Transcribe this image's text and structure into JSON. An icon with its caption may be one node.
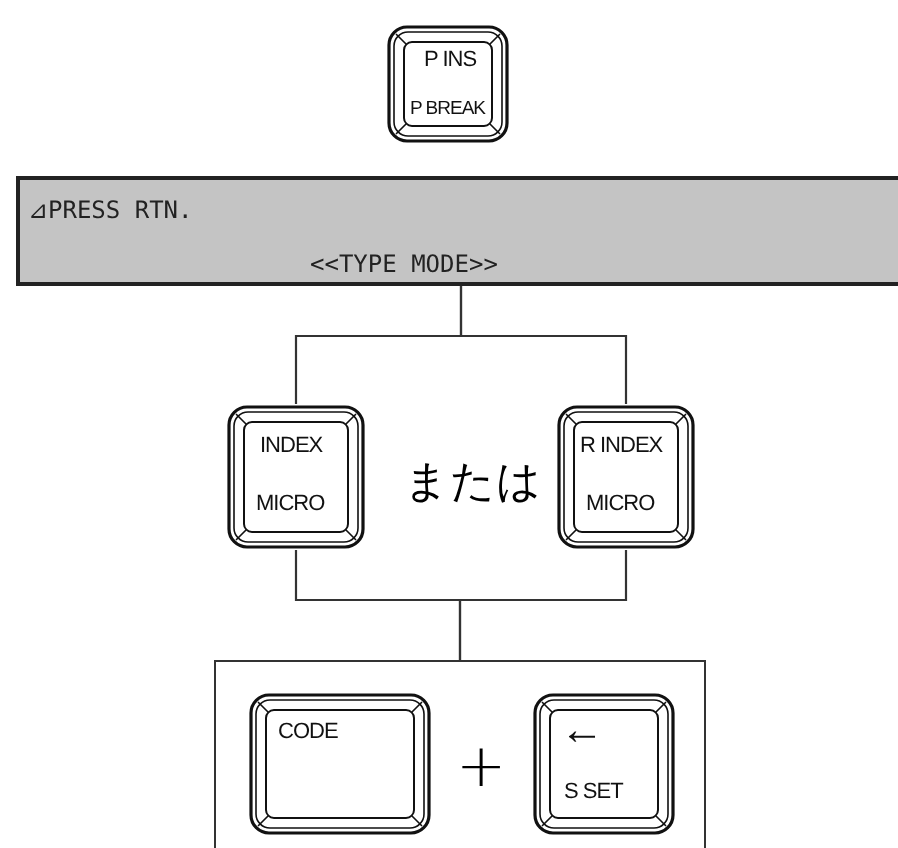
{
  "diagram": {
    "nodes": [
      {
        "text": [
          "P INS",
          "P BREAK"
        ]
      },
      {
        "text": [
          "⊿PRESS RTN.",
          "<<TYPE MODE>>"
        ]
      },
      {
        "text": [
          "INDEX",
          "MICRO"
        ]
      },
      {
        "text": [
          "R INDEX",
          "MICRO"
        ]
      },
      {
        "text": [],
        "shape": "box"
      },
      {
        "text": [
          "CODE"
        ],
        "in": 4
      },
      {
        "text": [
          "←",
          "S SET"
        ],
        "in": 4
      }
    ],
    "edges": [
      {
        "from": 1,
        "to": 2,
        "arrow": "none"
      },
      {
        "from": 1,
        "to": 3,
        "arrow": "none"
      },
      {
        "from": 2,
        "to": 4,
        "arrow": "none"
      },
      {
        "from": 3,
        "to": 4,
        "arrow": "none"
      }
    ],
    "labels": [
      "または",
      "+"
    ]
  }
}
